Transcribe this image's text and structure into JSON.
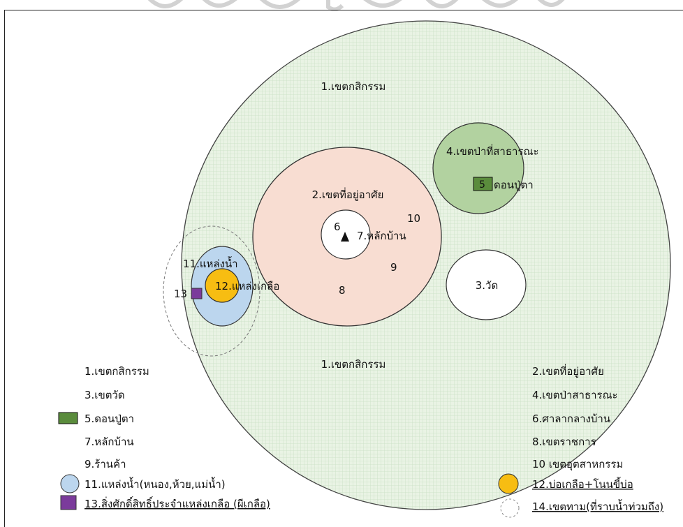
{
  "zones": {
    "agriculture_top": "1.เขตกสิกรรม",
    "agriculture_bottom": "1.เขตกสิกรรม",
    "residential": "2.เขตที่อยู่อาศัย",
    "temple": "3.วัด",
    "public_forest": "4.เขตป่าที่สาธารณะ",
    "don_puta_number": "5",
    "don_puta": "ดอนปู่ตา",
    "village_hall_number": "6",
    "village_pillar": "7.หลักบ้าน",
    "government_number": "8",
    "shop_number": "9",
    "industry_number": "10",
    "water_source": "11.แหล่งน้ำ",
    "salt_source": "12.แหล่งเกลือ",
    "spirit_number": "13"
  },
  "legend": {
    "l1": "1.เขตกสิกรรม",
    "l2": "2.เขตที่อยู่อาศัย",
    "l3": "3.เขตวัด",
    "l4": "4.เขตป่าสาธารณะ",
    "l5": "5.ดอนปู่ตา",
    "l6": "6.ศาลากลางบ้าน",
    "l7": "7.หลักบ้าน",
    "l8": "8.เขตราชการ",
    "l9": "9.ร้านค้า",
    "l10": "10 เขตอุตสาหกรรม",
    "l11": "11.แหล่งน้ำ(หนอง,ห้วย,แม่น้ำ)",
    "l12": "12.บ่อเกลือ+โนนขี้บ่อ",
    "l13": "13.สิ่งศักดิ์สิทธิ์ประจำแหล่งเกลือ (ผีเกลือ)",
    "l14": "14.เขตทาม(ที่ราบน้ำท่วมถึง)"
  },
  "colors": {
    "agriculture": "#e9f3e4",
    "agriculture_grid": "#c9e0c4",
    "residential": "#f8ddd2",
    "forest": "#b2d2a0",
    "don_puta": "#5a8c3c",
    "water": "#bcd6ee",
    "salt": "#f7bd12",
    "spirit": "#7b3b9b"
  }
}
